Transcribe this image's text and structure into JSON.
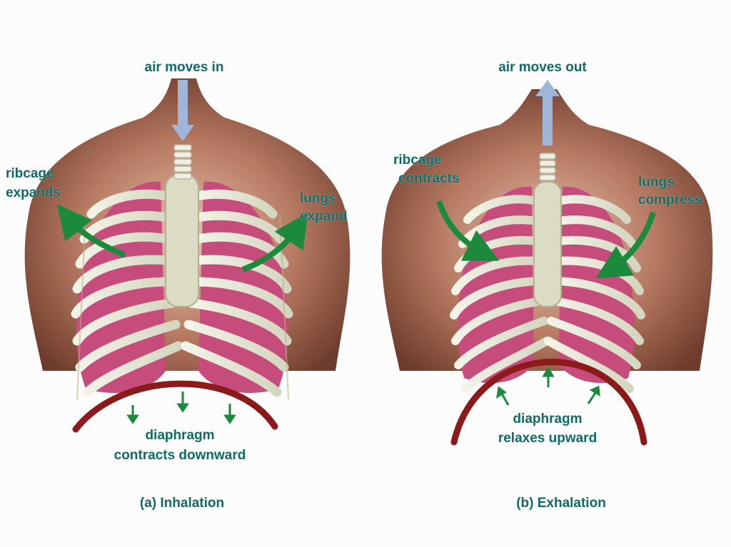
{
  "panels": [
    {
      "caption": "(a) Inhalation",
      "air": "air moves in",
      "ribcage": [
        "ribcage",
        "expands"
      ],
      "lungs": [
        "lungs",
        "expand"
      ],
      "diaphragm": [
        "diaphragm",
        "contracts downward"
      ]
    },
    {
      "caption": "(b) Exhalation",
      "air": "air moves out",
      "ribcage": [
        "ribcage",
        "contracts"
      ],
      "lungs": [
        "lungs",
        "compress"
      ],
      "diaphragm": [
        "diaphragm",
        "relaxes upward"
      ]
    }
  ],
  "colors": {
    "label": "#0e6b66",
    "skin": "#a8705a",
    "lung": "#c64c7c",
    "bone": "#e8ead8",
    "diaphragm": "#8b1a1a",
    "arrow_green": "#1b8a3c",
    "air_arrow": "#9fb6d8"
  }
}
